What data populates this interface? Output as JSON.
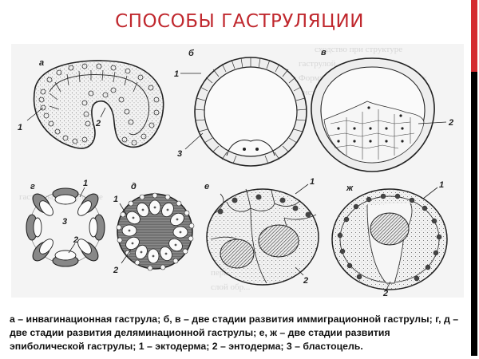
{
  "slide": {
    "title": "СПОСОБЫ ГАСТРУЛЯЦИИ"
  },
  "figure": {
    "panels": [
      {
        "id": "a",
        "label": "а",
        "callouts": [
          "1",
          "2"
        ]
      },
      {
        "id": "b",
        "label": "б",
        "callouts": [
          "1",
          "3"
        ]
      },
      {
        "id": "v",
        "label": "в",
        "callouts": [
          "2"
        ]
      },
      {
        "id": "g",
        "label": "г",
        "callouts": [
          "1",
          "3",
          "2"
        ]
      },
      {
        "id": "d",
        "label": "д",
        "callouts": [
          "1",
          "2"
        ]
      },
      {
        "id": "e",
        "label": "е",
        "callouts": [
          "1",
          "2"
        ]
      },
      {
        "id": "zh",
        "label": "ж",
        "callouts": [
          "1",
          "2"
        ]
      }
    ]
  },
  "caption": {
    "text": "а – инвагинационная гаструла; б, в – две стадии развития иммиграционной гаструлы; г, д – две стадии развития деляминационной гаструлы; е, ж – две стадии развития эпиболической гаструлы; 1 – эктодерма; 2 – энтодерма; 3 – бластоцель."
  },
  "colors": {
    "title": "#c0282e",
    "accent_bar_top": "#d42a30",
    "accent_bar_bottom": "#000000"
  }
}
